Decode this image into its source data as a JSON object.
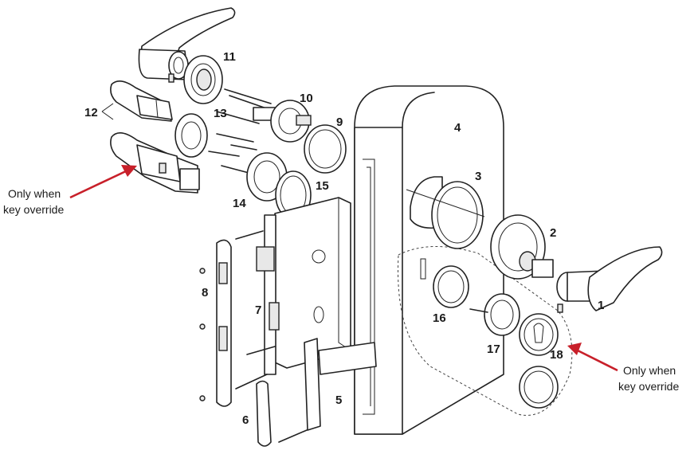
{
  "labels": {
    "l1": "1",
    "l2": "2",
    "l3": "3",
    "l4": "4",
    "l5": "5",
    "l6": "6",
    "l7": "7",
    "l8": "8",
    "l9": "9",
    "l10": "10",
    "l11": "11",
    "l12": "12",
    "l13": "13",
    "l14": "14",
    "l15": "15",
    "l16": "16",
    "l17": "17",
    "l18": "18"
  },
  "notes": {
    "left": [
      "Only when",
      "key override"
    ],
    "right": [
      "Only when",
      "key override"
    ]
  },
  "colors": {
    "arrow": "#c8202a",
    "line": "#222222"
  }
}
